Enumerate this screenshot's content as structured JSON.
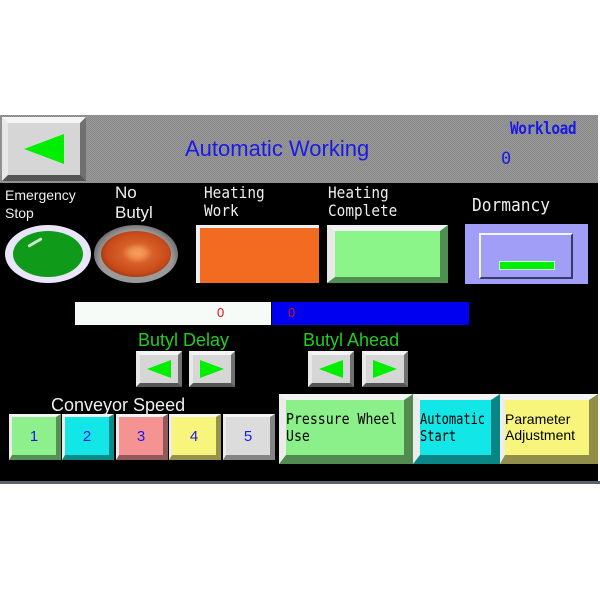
{
  "header": {
    "back_button": "back-arrow",
    "title": "Automatic Working",
    "workload_label": "Workload",
    "workload_value": "0"
  },
  "indicators": {
    "emergency_stop": {
      "label_line1": "Emergency",
      "label_line2": "Stop",
      "color": "#0f9a1a"
    },
    "no_butyl": {
      "label_line1": "No",
      "label_line2": "Butyl",
      "color": "#c84a1a"
    },
    "heating_work": {
      "label_line1": "Heating",
      "label_line2": "Work",
      "color": "#f26b21"
    },
    "heating_complete": {
      "label_line1": "Heating",
      "label_line2": "Complete",
      "color": "#8cf58a"
    },
    "dormancy": {
      "label": "Dormancy",
      "color": "#a09ef6"
    }
  },
  "values": {
    "butyl_delay_value": "0",
    "butyl_ahead_value": "0"
  },
  "adjusters": {
    "butyl_delay": {
      "label": "Butyl Delay"
    },
    "butyl_ahead": {
      "label": "Butyl Ahead"
    }
  },
  "conveyor": {
    "label": "Conveyor Speed",
    "speeds": [
      {
        "label": "1",
        "color": "#8ef08c"
      },
      {
        "label": "2",
        "color": "#12e6e6"
      },
      {
        "label": "3",
        "color": "#f59292"
      },
      {
        "label": "4",
        "color": "#f8f57c"
      },
      {
        "label": "5",
        "color": "#dcdcdc"
      }
    ]
  },
  "actions": {
    "pressure_wheel": {
      "line1": "Pressure Wheel",
      "line2": "Use",
      "color": "#8cf08a"
    },
    "automatic_start": {
      "line1": "Automatic",
      "line2": "Start",
      "color": "#12e6e6"
    },
    "parameter_adjustment": {
      "line1": "Parameter",
      "line2": "Adjustment",
      "color": "#f8f57c"
    }
  }
}
